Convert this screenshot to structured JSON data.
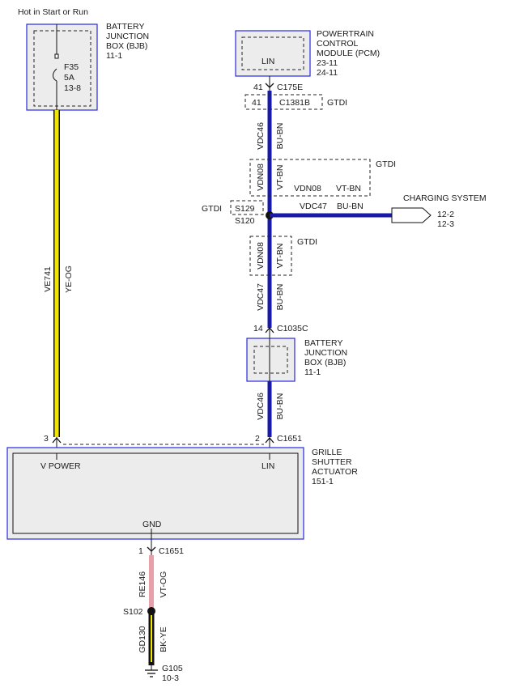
{
  "diagram": {
    "power_source": "Hot in Start or Run",
    "bjb_top": {
      "line1": "BATTERY",
      "line2": "JUNCTION",
      "line3": "BOX (BJB)",
      "ref": "11-1"
    },
    "fuse": {
      "id": "F35",
      "rating": "5A",
      "ref": "13-8"
    },
    "pcm": {
      "line1": "POWERTRAIN",
      "line2": "CONTROL",
      "line3": "MODULE (PCM)",
      "ref1": "23-11",
      "ref2": "24-11",
      "pin_label": "LIN"
    },
    "pcm_pin": "41",
    "pcm_connector": "C175E",
    "inline_pin": "41",
    "inline_connector": "C1381B",
    "gtdi": "GTDI",
    "vdc46": "VDC46",
    "bu_bn": "BU-BN",
    "vdn08": "VDN08",
    "vt_bn": "VT-BN",
    "vdc47": "VDC47",
    "splice_gtdi": "S129",
    "splice_std": "S120",
    "charging": {
      "title": "CHARGING SYSTEM",
      "ref1": "12-2",
      "ref2": "12-3"
    },
    "bjb_mid": {
      "line1": "BATTERY",
      "line2": "JUNCTION",
      "line3": "BOX (BJB)",
      "ref": "11-1"
    },
    "bjb_mid_pin": "14",
    "bjb_mid_connector": "C1035C",
    "ve741": "VE741",
    "ye_og": "YE-OG",
    "act_pin_power": "3",
    "act_pin_lin": "2",
    "act_connector": "C1651",
    "actuator": {
      "line1": "GRILLE",
      "line2": "SHUTTER",
      "line3": "ACTUATOR",
      "ref": "151-1",
      "v_power": "V POWER",
      "lin": "LIN",
      "gnd": "GND"
    },
    "gnd_pin": "1",
    "gnd_connector": "C1651",
    "re146": "RE146",
    "vt_og": "VT-OG",
    "splice_gnd": "S102",
    "gd130": "GD130",
    "bk_ye": "BK-YE",
    "ground": {
      "id": "G105",
      "ref": "10-3"
    }
  },
  "colors": {
    "wire_yellow": "#f2e600",
    "wire_blue": "#1a1aa8",
    "wire_pink": "#e8a0a8",
    "wire_black": "#111111",
    "component_border": "#2a2ae0",
    "component_fill": "#ececec"
  }
}
